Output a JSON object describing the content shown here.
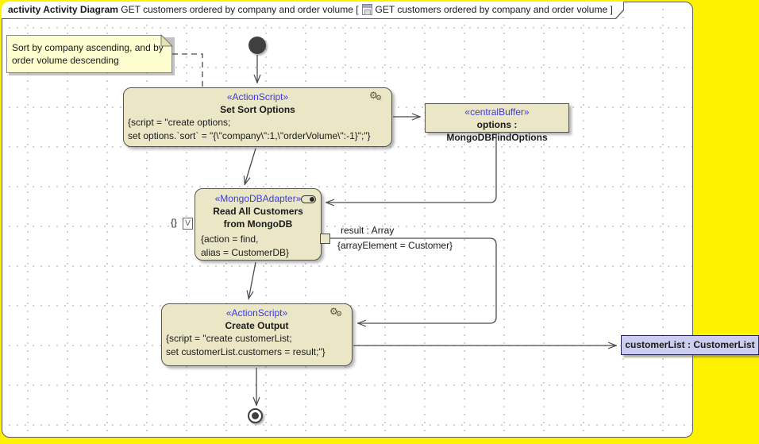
{
  "title": {
    "keyword": "activity Activity Diagram",
    "before_icon": "GET customers ordered by company and order volume [",
    "after_icon": "GET customers ordered by company and order volume ]"
  },
  "note": {
    "lines": [
      "Sort by company ascending, and by",
      "order volume descending"
    ]
  },
  "nodes": {
    "set_sort": {
      "stereotype": "«ActionScript»",
      "name": "Set Sort Options",
      "body": [
        "{script = \"create options;",
        "set options.`sort` = \"{\\\"company\\\":1,\\\"orderVolume\\\":-1}\";\"}"
      ]
    },
    "buffer": {
      "stereotype": "«centralBuffer»",
      "name": "options : MongoDBFindOptions"
    },
    "adapter": {
      "stereotype": "«MongoDBAdapter»",
      "name_line1": "Read All Customers",
      "name_line2": "from MongoDB",
      "body": [
        "{action = find,",
        "alias = CustomerDB}"
      ]
    },
    "create_output": {
      "stereotype": "«ActionScript»",
      "name": "Create Output",
      "body": [
        "{script = \"create customerList;",
        "set customerList.customers = result;\"}"
      ]
    },
    "parameter": {
      "name": "customerList : CustomerList"
    }
  },
  "edges": {
    "result_label": "result : Array",
    "array_element_label": "{arrayElement = Customer}",
    "constraint": "{}"
  },
  "icons": {
    "gear": "⚙",
    "checkbox_glyph": "V"
  },
  "colors": {
    "canvas": "#fff200",
    "node_fill": "#eae6c6",
    "node_border": "#56564c",
    "stereotype": "#3b3bdf",
    "note_fill": "#fdfdd0",
    "param_fill": "#cdcdf0",
    "param_border": "#26265e",
    "line": "#4a4a4a"
  }
}
